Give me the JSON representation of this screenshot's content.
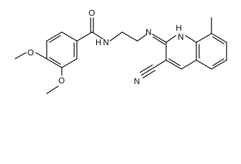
{
  "molecule": {
    "atom_labels": {
      "carbonyl_oxygen": "O",
      "amide_nitrogen": "N",
      "amide_hydrogen": "H",
      "amine_nitrogen": "N",
      "ring_nitrogen": "N",
      "ring_hydrogen": "H",
      "nitrile_nitrogen": "N",
      "methoxy_oxygen_4": "O",
      "methoxy_oxygen_3": "O"
    }
  }
}
